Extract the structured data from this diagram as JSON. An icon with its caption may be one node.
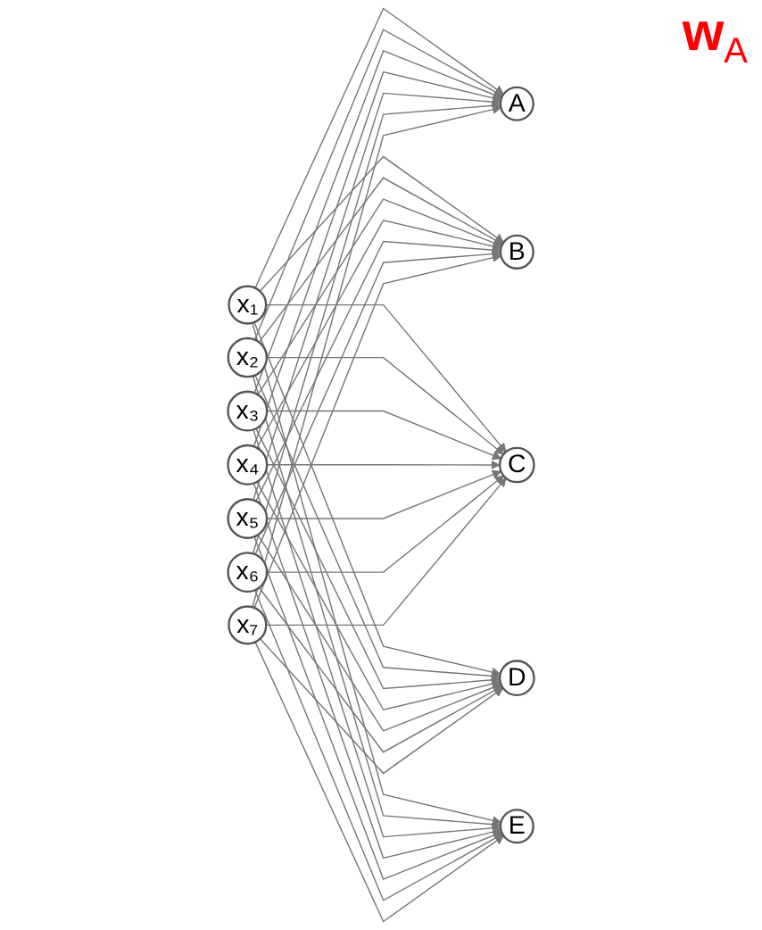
{
  "diagram": {
    "nodes": [
      {
        "text": [
          "x₁"
        ]
      },
      {
        "text": [
          "x₂"
        ]
      },
      {
        "text": [
          "x₃"
        ]
      },
      {
        "text": [
          "x₄"
        ]
      },
      {
        "text": [
          "x₅"
        ]
      },
      {
        "text": [
          "x₆"
        ]
      },
      {
        "text": [
          "x₇"
        ]
      },
      {
        "text": [
          "A"
        ]
      },
      {
        "text": [
          "B"
        ]
      },
      {
        "text": [
          "C"
        ]
      },
      {
        "text": [
          "D"
        ]
      },
      {
        "text": [
          "E"
        ]
      }
    ],
    "edges": [
      {
        "from": 0,
        "to": 7,
        "arrow": "to"
      },
      {
        "from": 0,
        "to": 8,
        "arrow": "to"
      },
      {
        "from": 0,
        "to": 9,
        "arrow": "to"
      },
      {
        "from": 0,
        "to": 10,
        "arrow": "to"
      },
      {
        "from": 0,
        "to": 11,
        "arrow": "to"
      },
      {
        "from": 1,
        "to": 7,
        "arrow": "to"
      },
      {
        "from": 1,
        "to": 8,
        "arrow": "to"
      },
      {
        "from": 1,
        "to": 9,
        "arrow": "to"
      },
      {
        "from": 1,
        "to": 10,
        "arrow": "to"
      },
      {
        "from": 1,
        "to": 11,
        "arrow": "to"
      },
      {
        "from": 2,
        "to": 7,
        "arrow": "to"
      },
      {
        "from": 2,
        "to": 8,
        "arrow": "to"
      },
      {
        "from": 2,
        "to": 9,
        "arrow": "to"
      },
      {
        "from": 2,
        "to": 10,
        "arrow": "to"
      },
      {
        "from": 2,
        "to": 11,
        "arrow": "to"
      },
      {
        "from": 3,
        "to": 7,
        "arrow": "to"
      },
      {
        "from": 3,
        "to": 8,
        "arrow": "to"
      },
      {
        "from": 3,
        "to": 9,
        "arrow": "to"
      },
      {
        "from": 3,
        "to": 10,
        "arrow": "to"
      },
      {
        "from": 3,
        "to": 11,
        "arrow": "to"
      },
      {
        "from": 4,
        "to": 7,
        "arrow": "to"
      },
      {
        "from": 4,
        "to": 8,
        "arrow": "to"
      },
      {
        "from": 4,
        "to": 9,
        "arrow": "to"
      },
      {
        "from": 4,
        "to": 10,
        "arrow": "to"
      },
      {
        "from": 4,
        "to": 11,
        "arrow": "to"
      },
      {
        "from": 5,
        "to": 7,
        "arrow": "to"
      },
      {
        "from": 5,
        "to": 8,
        "arrow": "to"
      },
      {
        "from": 5,
        "to": 9,
        "arrow": "to"
      },
      {
        "from": 5,
        "to": 10,
        "arrow": "to"
      },
      {
        "from": 5,
        "to": 11,
        "arrow": "to"
      },
      {
        "from": 6,
        "to": 7,
        "arrow": "to"
      },
      {
        "from": 6,
        "to": 8,
        "arrow": "to"
      },
      {
        "from": 6,
        "to": 9,
        "arrow": "to"
      },
      {
        "from": 6,
        "to": 10,
        "arrow": "to"
      },
      {
        "from": 6,
        "to": 11,
        "arrow": "to"
      }
    ],
    "labels": [
      "w$_{A}$"
    ]
  }
}
